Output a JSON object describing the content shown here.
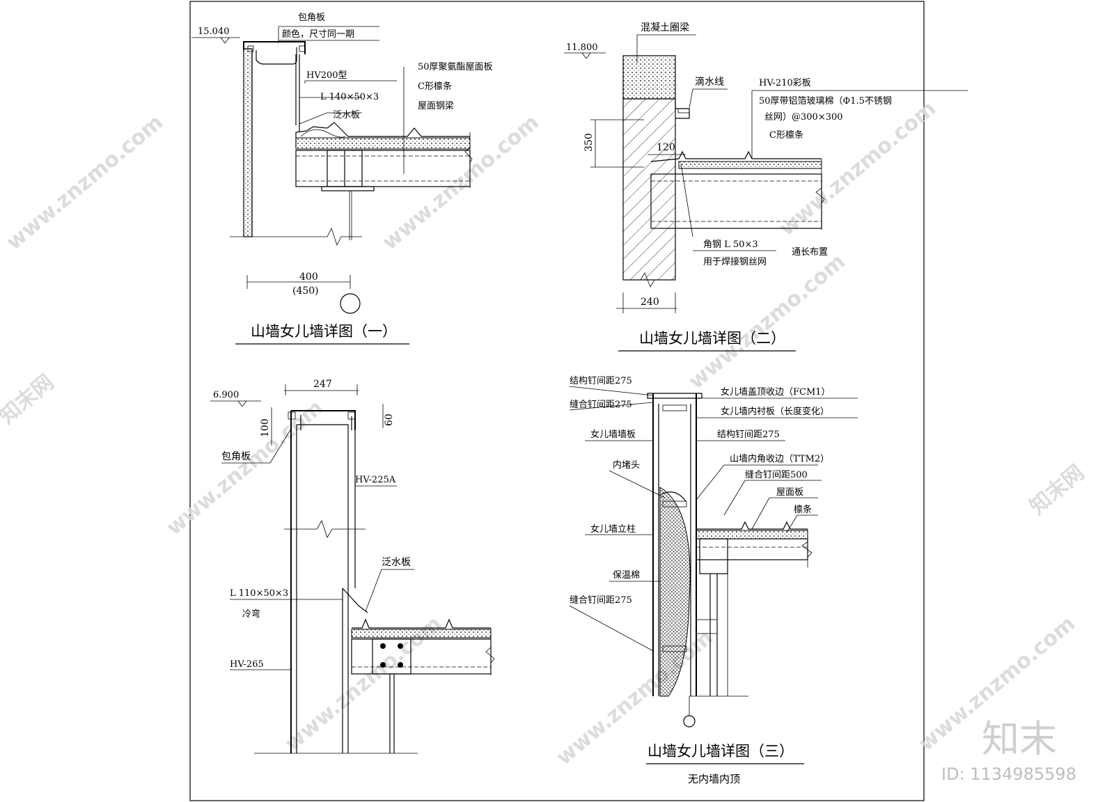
{
  "detail1": {
    "elevation": "15.040",
    "labels": {
      "corner_board": "包角板",
      "corner_note": "颜色，尺寸同一期",
      "hv200": "HV200型",
      "angle": "L  140×50×3",
      "flashing": "泛水板",
      "roof_panel": "50厚聚氨酯屋面板",
      "purlin": "C形檩条",
      "steel_beam": "屋面钢梁"
    },
    "dim_main": "400",
    "dim_alt": "(450)",
    "title": "山墙女儿墙详图（一）"
  },
  "detail2": {
    "elevation": "11.800",
    "labels": {
      "ring_beam": "混凝土圈梁",
      "drip": "滴水线",
      "hv210": "HV-210彩板",
      "insul_1": "50厚带铝箔玻璃棉（Φ1.5不锈钢",
      "insul_2": "丝网）@300×300",
      "purlin": "C形檩条",
      "angle_1": "角钢 L 50×3",
      "angle_2": "用于焊接钢丝网",
      "through": "通长布置"
    },
    "dim_350": "350",
    "dim_120": "120",
    "dim_240": "240",
    "title": "山墙女儿墙详图（二）"
  },
  "detail3": {
    "elevation": "6.900",
    "labels": {
      "corner_board": "包角板",
      "hv225a": "HV-225A",
      "flashing": "泛水板",
      "angle": "L  110×50×3",
      "cold_bend": "冷弯",
      "hv265": "HV-265"
    },
    "dim_247": "247",
    "dim_100": "100",
    "dim_60": "60"
  },
  "detail4": {
    "labels": {
      "struct_nail_1": "结构钉间距275",
      "stitch_nail_1": "缝合钉间距275",
      "parapet_board": "女儿墙墙板",
      "end_plug": "内堵头",
      "parapet_post": "女儿墙立柱",
      "insul": "保温棉",
      "stitch_nail_2": "缝合钉间距275",
      "cap_trim": "女儿墙盖顶收边（FCM1）",
      "liner": "女儿墙内衬板（长度变化）",
      "struct_nail_2": "结构钉间距275",
      "inner_corner": "山墙内角收边（TTM2）",
      "stitch_500": "缝合钉间距500",
      "roof_board": "屋面板",
      "purlin": "檩条"
    },
    "title": "山墙女儿墙详图（三）",
    "subtitle": "无内墙内顶"
  },
  "watermarks": {
    "site": "www.znzmo.com",
    "cn": "知末网",
    "brand": "知末",
    "id": "ID: 1134985598"
  }
}
